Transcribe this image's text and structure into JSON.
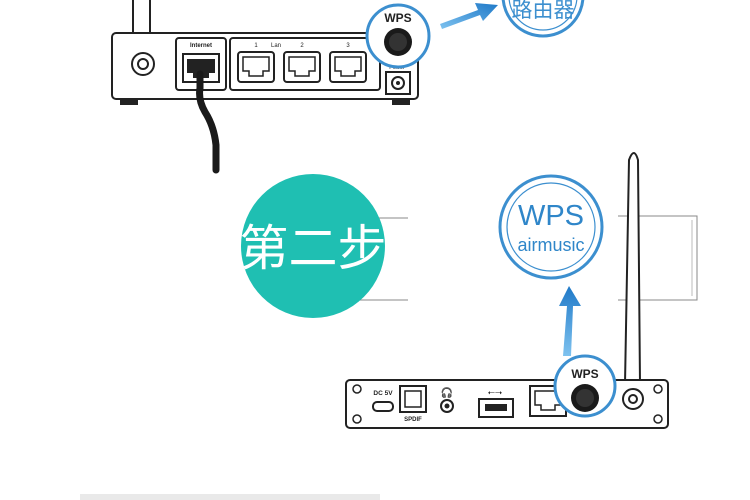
{
  "router": {
    "wps_label": "WPS",
    "port_internet": "Internet",
    "port_lan": "Lan",
    "lan_numbers": [
      "1",
      "2",
      "3"
    ],
    "power_label": "Power",
    "badge_text": "路由器"
  },
  "step": {
    "title": "第二步"
  },
  "device": {
    "badge_line1": "WPS",
    "badge_line2": "airmusic",
    "wps_label": "WPS",
    "dc_label": "DC 5V",
    "spdif_label": "SPDIF"
  },
  "colors": {
    "accent_teal": "#1fbfb2",
    "arrow_blue": "#3b8fd1",
    "badge_ring": "#3c8fcf",
    "outline": "#222222"
  }
}
